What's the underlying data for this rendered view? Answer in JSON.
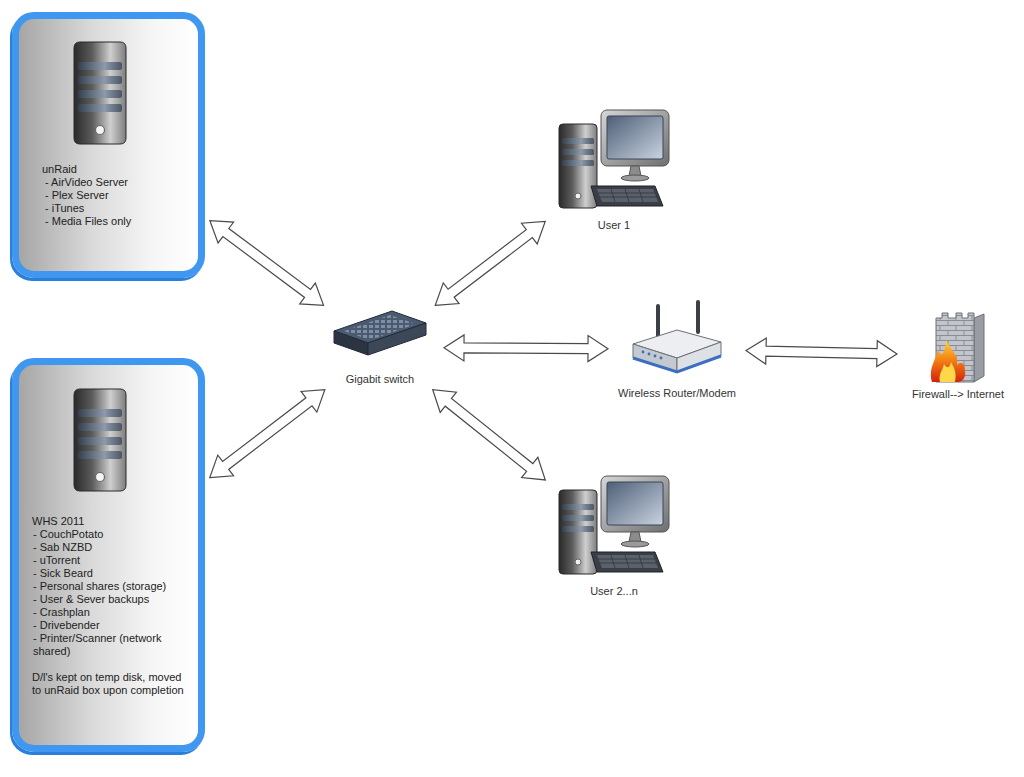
{
  "diagram": {
    "nodes": [
      {
        "text": [
          "unRaid",
          "- AirVideo Server",
          "- Plex Server",
          "- iTunes",
          "- Media Files only"
        ]
      },
      {
        "text": [
          "WHS 2011",
          "- CouchPotato",
          "- Sab NZBD",
          "- uTorrent",
          "- Sick Beard",
          "- Personal shares (storage)",
          "- User & Sever backups",
          "- Crashplan",
          "- Drivebender",
          "- Printer/Scanner (network shared)",
          "D/l's kept on temp disk, moved to unRaid box upon completion"
        ]
      },
      {
        "text": [
          "Gigabit switch"
        ]
      },
      {
        "text": [
          "User 1"
        ]
      },
      {
        "text": [
          "Wireless Router/Modem"
        ]
      },
      {
        "text": [
          "Firewall--> Internet"
        ]
      },
      {
        "text": [
          "User 2...n"
        ]
      }
    ],
    "edges": [
      {
        "from": 0,
        "to": 2,
        "arrow": "both"
      },
      {
        "from": 1,
        "to": 2,
        "arrow": "both"
      },
      {
        "from": 2,
        "to": 3,
        "arrow": "both"
      },
      {
        "from": 2,
        "to": 4,
        "arrow": "both"
      },
      {
        "from": 4,
        "to": 5,
        "arrow": "both"
      },
      {
        "from": 2,
        "to": 6,
        "arrow": "both"
      }
    ]
  }
}
